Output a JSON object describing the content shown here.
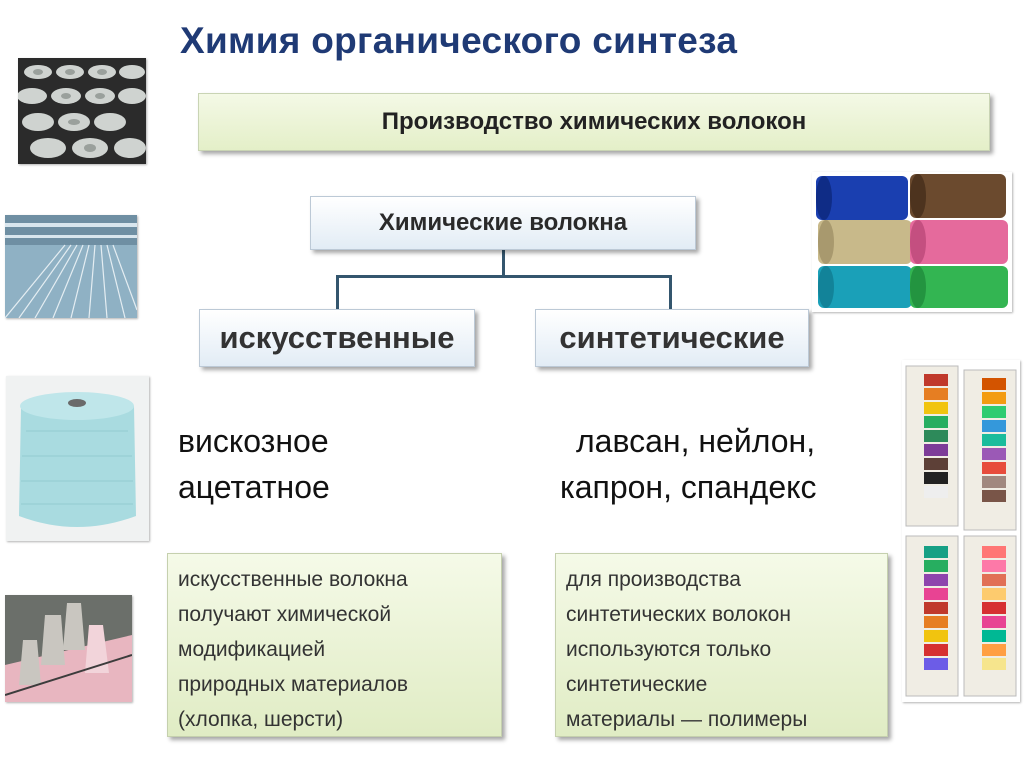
{
  "title": "Химия органического синтеза",
  "banner": "Производство химических волокон",
  "root": "Химические волокна",
  "branches": [
    {
      "label": "искусственные",
      "examples": [
        "вискозное",
        "ацетатное"
      ],
      "note": [
        "искусственные волокна",
        "получают химической",
        "модификацией",
        "природных материалов",
        "(хлопка, шерсти)"
      ]
    },
    {
      "label": "синтетические",
      "examples": [
        "лавсан, нейлон,",
        "капрон, спандекс"
      ],
      "note": [
        "для производства",
        "синтетических волокон",
        "используются только",
        "синтетические",
        "материалы — полимеры"
      ]
    }
  ],
  "colors": {
    "title": "#1f3a75",
    "connector": "#34566e",
    "banner_fill": "#e4efc8",
    "node_fill": "#e2ecf5",
    "note_fill": "#e0ecc4"
  },
  "images": [
    "spools-factory-photo",
    "spinning-machine-photo",
    "yarn-cone-photo",
    "thread-bobbins-photo",
    "colored-spools-photo",
    "thread-boxes-photo"
  ]
}
